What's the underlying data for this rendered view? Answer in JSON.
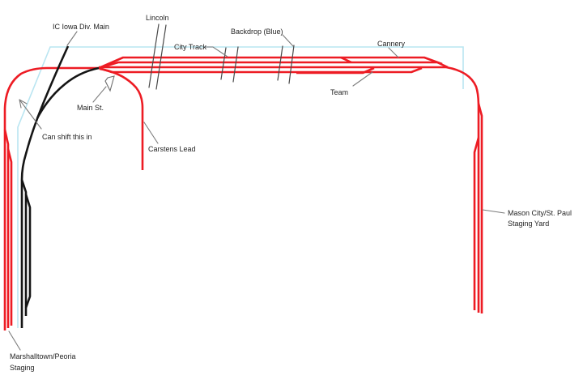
{
  "diagram": {
    "type": "model-railroad-track-plan",
    "labels": {
      "ic_main": "IC Iowa Div. Main",
      "lincoln": "Lincoln",
      "city_track": "City Track",
      "backdrop": "Backdrop (Blue)",
      "cannery": "Cannery",
      "main_st": "Main St.",
      "team": "Team",
      "can_shift": "Can shift this in",
      "carstens_lead": "Carstens Lead",
      "mason_city_line1": "Mason City/St. Paul",
      "mason_city_line2": "Staging Yard",
      "marshalltown_line1": "Marshalltown/Peoria",
      "marshalltown_line2": "Staging"
    },
    "colors": {
      "track_red": "#ed1c24",
      "track_black": "#151515",
      "backdrop_blue": "#b9e5f1",
      "leader_gray": "#7b7b7b",
      "slash_gray": "#4a4a4a",
      "symbol_gray": "#6e6e6e",
      "text": "#242424",
      "background": "#ffffff"
    }
  }
}
